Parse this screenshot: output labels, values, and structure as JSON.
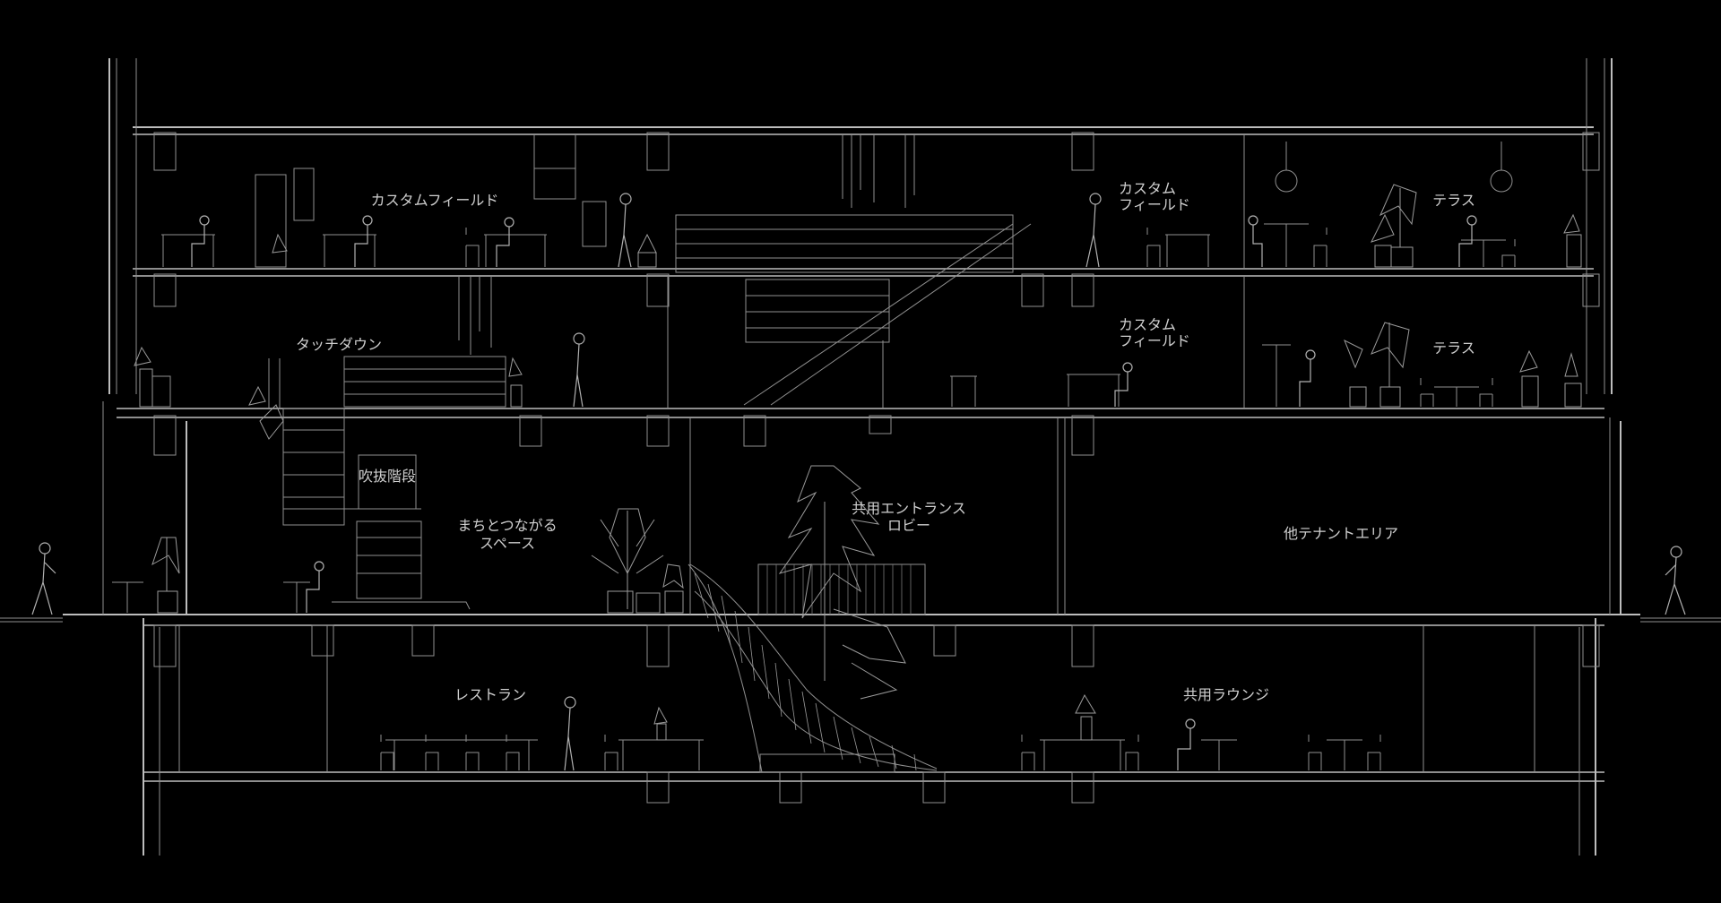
{
  "drawing": {
    "background_color": "#000000",
    "line_color": "#bdbdbd",
    "labels": {
      "custom_field_upper_left": "カスタムフィールド",
      "custom_field_upper_right_1": "カスタム",
      "custom_field_upper_right_2": "フィールド",
      "terrace_upper": "テラス",
      "touchdown": "タッチダウン",
      "custom_field_mid_1": "カスタム",
      "custom_field_mid_2": "フィールド",
      "terrace_mid": "テラス",
      "atrium_stair": "吹抜階段",
      "town_space_1": "まちとつながる",
      "town_space_2": "スペース",
      "lobby_1": "共用エントランス",
      "lobby_2": "ロビー",
      "other_tenant": "他テナントエリア",
      "restaurant": "レストラン",
      "lounge": "共用ラウンジ"
    }
  }
}
